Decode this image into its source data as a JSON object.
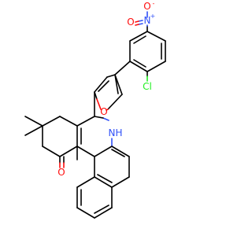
{
  "molecule": {
    "atoms": {
      "nitro_n": {
        "text": "N",
        "charge": "+",
        "color": "#3050f8"
      },
      "nitro_o_top": {
        "text": "O",
        "charge": "-",
        "color": "#ff0d0d"
      },
      "nitro_o_side": {
        "text": "O",
        "color": "#ff0d0d"
      },
      "chlorine": {
        "text": "Cl",
        "color": "#1ff01f"
      },
      "furan_o": {
        "text": "O",
        "color": "#ff0d0d"
      },
      "amine_n": {
        "text": "N",
        "color": "#3050f8"
      },
      "amine_h": {
        "text": "H",
        "color": "#3050f8"
      },
      "ketone_o": {
        "text": "O",
        "color": "#ff0d0d"
      }
    }
  }
}
